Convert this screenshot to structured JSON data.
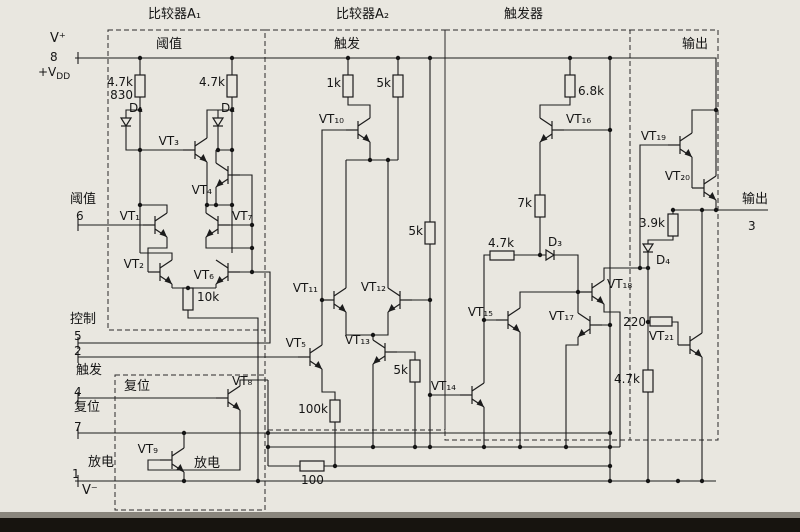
{
  "sections": {
    "comparator_a1": {
      "title": "比较器A₁",
      "input_label": "阈值"
    },
    "comparator_a2": {
      "title": "比较器A₂",
      "input_label": "触发"
    },
    "flip_flop": {
      "title": "触发器"
    },
    "output_stage": {
      "label": "输出"
    },
    "reset_block": {
      "label": "复位",
      "discharge_label": "放电"
    }
  },
  "pins": {
    "v_plus": "V⁺",
    "pin8": "8",
    "vdd_prefix": "+V",
    "vdd_sub": "DD",
    "threshold_label": "阈值",
    "pin6": "6",
    "control_label": "控制",
    "pin5": "5",
    "pin2": "2",
    "trigger_label": "触发",
    "pin4": "4",
    "reset_label": "复位",
    "pin7": "7",
    "discharge_label": "放电",
    "pin1": "1",
    "v_minus": "V⁻",
    "output_label": "输出",
    "pin3": "3"
  },
  "transistors": {
    "vt1": "VT₁",
    "vt2": "VT₂",
    "vt3": "VT₃",
    "vt4": "VT₄",
    "vt5": "VT₅",
    "vt6": "VT₆",
    "vt7": "VT₇",
    "vt8": "VT₈",
    "vt9": "VT₉",
    "vt10": "VT₁₀",
    "vt11": "VT₁₁",
    "vt12": "VT₁₂",
    "vt13": "VT₁₃",
    "vt14": "VT₁₄",
    "vt15": "VT₁₅",
    "vt16": "VT₁₆",
    "vt17": "VT₁₇",
    "vt18": "VT₁₈",
    "vt19": "VT₁₉",
    "vt20": "VT₂₀",
    "vt21": "VT₂₁"
  },
  "diodes": {
    "d1": "D₁",
    "d2": "D₂",
    "d3": "D₃",
    "d4": "D₄"
  },
  "resistors": {
    "a1_left_top": "4.7k",
    "a1_left_bottom": "830",
    "a1_right": "4.7k",
    "a1_tail": "10k",
    "a2_1k": "1k",
    "a2_5k_top": "5k",
    "a2_5k_mid": "5k",
    "a2_5k_low": "5k",
    "a2_100k": "100k",
    "bottom_100": "100",
    "ff_6k8": "6.8k",
    "ff_7k": "7k",
    "ff_4k7": "4.7k",
    "out_3k9": "3.9k",
    "out_220": "220",
    "out_4k7": "4.7k"
  }
}
